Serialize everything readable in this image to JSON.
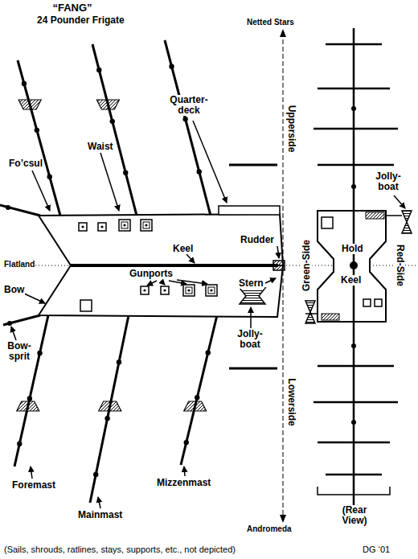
{
  "diagram": {
    "title": "“FANG”",
    "caption": "(Sails, shrouds, ratlines, stays, supports, etc., not depicted)",
    "labels": [
      "24 Pounder Frigate",
      "Netted Stars",
      "Upperside",
      "Quarter-deck",
      "Waist",
      "Fo’csul",
      "Jolly-boat",
      "Keel",
      "Rudder",
      "Flatland",
      "Hold",
      "Green-Side",
      "Red-Side",
      "Keel",
      "Bow",
      "Gunports",
      "Stern",
      "Bow-sprit",
      "Jolly-boat",
      "Lowerside",
      "Foremast",
      "Mainmast",
      "Mizzenmast",
      "Andromeda",
      "(Rear View)",
      "DG ‘01"
    ]
  }
}
